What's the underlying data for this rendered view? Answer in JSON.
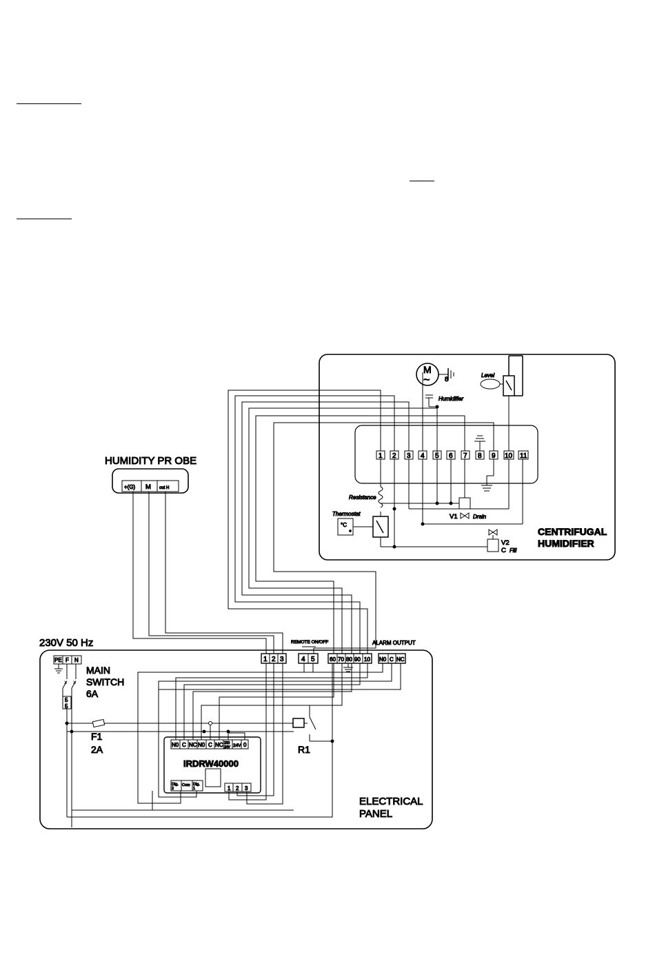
{
  "probe": {
    "title": "HUMIDITY PR OBE",
    "terminals": [
      "+(G)",
      "M",
      "out H"
    ]
  },
  "humidifier": {
    "title_line1": "CENTRIFUGAL",
    "title_line2": "HUMIDIFIER",
    "motor_label": "M",
    "motor_symbol": "~",
    "motor_ground_num": "8",
    "motor_caption": "Humidifier",
    "level_label": "Level",
    "terminals": [
      "1",
      "2",
      "3",
      "4",
      "5",
      "6",
      "7",
      "8",
      "9",
      "10",
      "11"
    ],
    "resistance_label": "Resistance",
    "thermostat_label": "Thermostat",
    "thermostat_unit": "°C",
    "v1_label": "V1",
    "drain_label": "Drain",
    "v2_label": "V2",
    "v2_c": "C",
    "fill_label": "Fill"
  },
  "panel": {
    "supply_label": "230V 50 Hz",
    "supply_terminals": [
      "PE",
      "F",
      "N"
    ],
    "main_switch": [
      "MAIN",
      "SWITCH",
      "6A"
    ],
    "fuse_holder": [
      "5",
      "5"
    ],
    "fuse_label": "F1",
    "fuse_rating": "2A",
    "relay_label": "R1",
    "strip_123": [
      "1",
      "2",
      "3"
    ],
    "remote_label": "REMOTE ON/OFF",
    "remote_terminals": [
      "4",
      "5"
    ],
    "output_terminals": [
      "60",
      "70",
      "80",
      "90",
      "10"
    ],
    "alarm_label": "ALARM OUTPUT",
    "alarm_terminals": [
      "N0",
      "C",
      "NC"
    ],
    "controller_name": "IRDRW40000",
    "controller_top": [
      "N0",
      "C",
      "NC",
      "N0",
      "C",
      "NC",
      "230",
      "24V",
      "0"
    ],
    "controller_top_sub": "24V",
    "controller_bottom_left": [
      "Dig.",
      "Com",
      "Dig."
    ],
    "controller_bottom_left_sub": [
      "2",
      "",
      "1"
    ],
    "controller_bottom_right": [
      "1",
      "2",
      "3"
    ],
    "title_line1": "ELECTRICAL",
    "title_line2": "PANEL"
  }
}
